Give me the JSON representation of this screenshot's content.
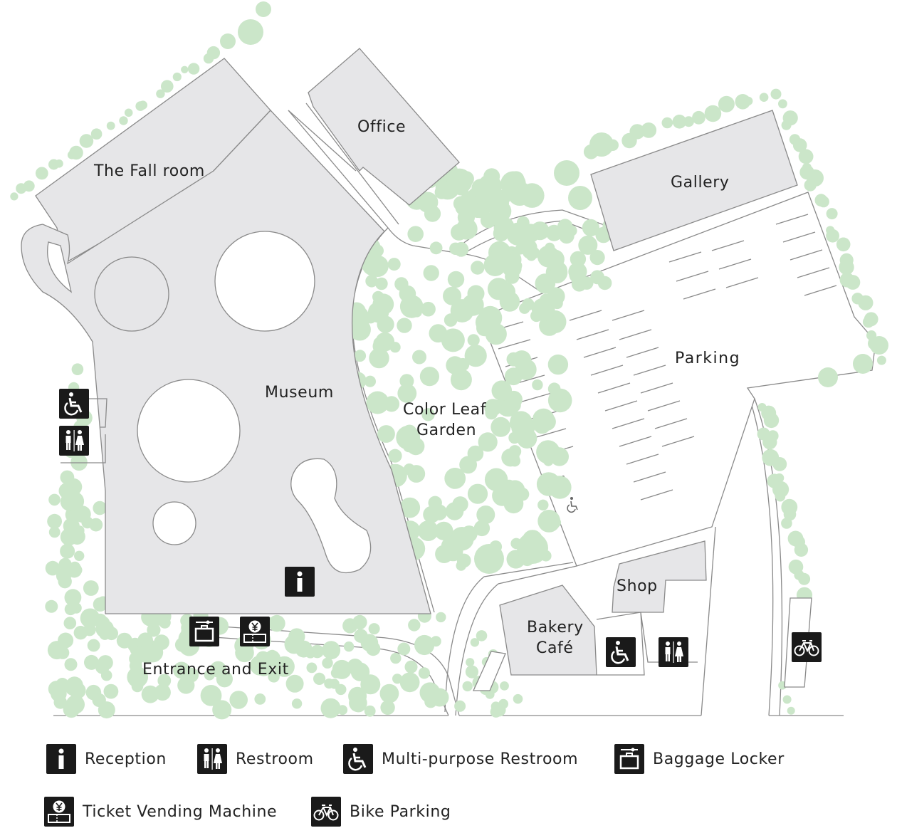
{
  "map": {
    "areas": {
      "fall_room": "The Fall room",
      "office": "Office",
      "gallery": "Gallery",
      "museum": "Museum",
      "garden_line1": "Color Leaf",
      "garden_line2": "Garden",
      "parking": "Parking",
      "shop": "Shop",
      "bakery_line1": "Bakery",
      "bakery_line2": "Café",
      "entrance": "Entrance and Exit"
    },
    "colors": {
      "building": "#e6e6e8",
      "tree": "#cbe6c9",
      "line": "#8a8a8a",
      "icon": "#1a1a1a"
    }
  },
  "legend": {
    "reception": {
      "label": "Reception",
      "icon": "info-icon"
    },
    "restroom": {
      "label": "Restroom",
      "icon": "restroom-icon"
    },
    "multipurpose": {
      "label": "Multi-purpose Restroom",
      "icon": "wheelchair-icon"
    },
    "baggage": {
      "label": "Baggage Locker",
      "icon": "baggage-locker-icon"
    },
    "ticket": {
      "label": "Ticket Vending Machine",
      "icon": "ticket-machine-icon"
    },
    "bike": {
      "label": "Bike Parking",
      "icon": "bicycle-icon"
    }
  }
}
